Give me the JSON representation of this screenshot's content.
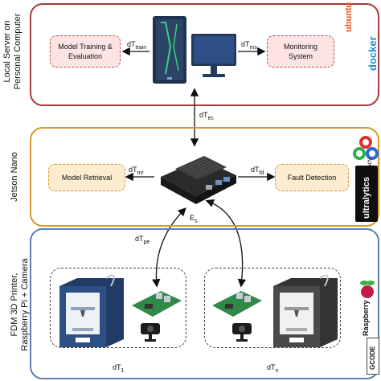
{
  "tiers": {
    "local": {
      "label_line1": "Local Server on",
      "label_line2": "Personal Computer",
      "color": "#a93a3a"
    },
    "jetson": {
      "label": "Jetson Nano",
      "color": "#d49a2b"
    },
    "printer": {
      "label_line1": "FDM 3D Printer,",
      "label_line2": "Raspberry Pi + Camera",
      "color": "#5c7fb3"
    }
  },
  "boxes": {
    "model_training": {
      "line1": "Model Training &",
      "line2": "Evaluation"
    },
    "monitoring": {
      "line1": "Monitoring",
      "line2": "System"
    },
    "model_retrieval": {
      "label": "Model Retrieval"
    },
    "fault_detection": {
      "label": "Fault Detection"
    }
  },
  "timings": {
    "train": {
      "base": "dT",
      "sub": "train"
    },
    "ms": {
      "base": "dT",
      "sub": "ms"
    },
    "ec": {
      "base": "dT",
      "sub": "ec"
    },
    "mr": {
      "base": "dT",
      "sub": "mr"
    },
    "fd": {
      "base": "dT",
      "sub": "fd"
    },
    "pe": {
      "base": "dT",
      "sub": "pe"
    },
    "t1": {
      "base": "dT",
      "sub": "1"
    },
    "tn": {
      "base": "dT",
      "sub": "n"
    }
  },
  "edge": {
    "base": "E",
    "sub": "s"
  },
  "logos": {
    "ubuntu": "ubuntu",
    "docker": "docker",
    "opencv": "OpenCV",
    "ultralytics": "ultralytics",
    "raspberry": "Raspberry",
    "gcode": "GCODE"
  },
  "colors": {
    "local_box_fill": "#fde4e4",
    "local_box_border": "#c44848",
    "jetson_box_fill": "#fdecd0",
    "jetson_box_border": "#d49a2b",
    "printer_blue": "#2e4f86",
    "printer_gray": "#4a4a4a",
    "board_green": "#2f8a4a"
  }
}
